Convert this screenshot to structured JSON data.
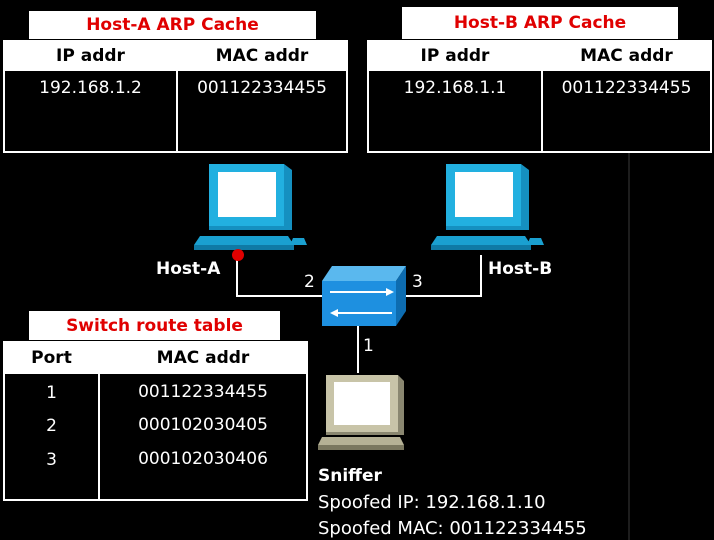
{
  "host_a_cache": {
    "title": "Host-A ARP Cache",
    "col_ip": "IP addr",
    "col_mac": "MAC addr",
    "ip": "192.168.1.2",
    "mac": "001122334455"
  },
  "host_b_cache": {
    "title": "Host-B ARP Cache",
    "col_ip": "IP addr",
    "col_mac": "MAC addr",
    "ip": "192.168.1.1",
    "mac": "001122334455"
  },
  "switch_table": {
    "title": "Switch route table",
    "col_port": "Port",
    "col_mac": "MAC addr",
    "rows": [
      {
        "port": "1",
        "mac": "001122334455"
      },
      {
        "port": "2",
        "mac": "000102030405"
      },
      {
        "port": "3",
        "mac": "000102030406"
      }
    ]
  },
  "nodes": {
    "host_a": "Host-A",
    "host_b": "Host-B",
    "sniffer": "Sniffer"
  },
  "ports": {
    "p1": "1",
    "p2": "2",
    "p3": "3"
  },
  "sniffer_info": {
    "spoofed_ip": "Spoofed IP: 192.168.1.10",
    "spoofed_mac": "Spoofed MAC: 001122334455"
  },
  "colors": {
    "title_red": "#e00000",
    "computer_blue": "#1aa0d0",
    "switch_blue": "#1e90e0",
    "sniffer_gray": "#c8c4a8"
  }
}
